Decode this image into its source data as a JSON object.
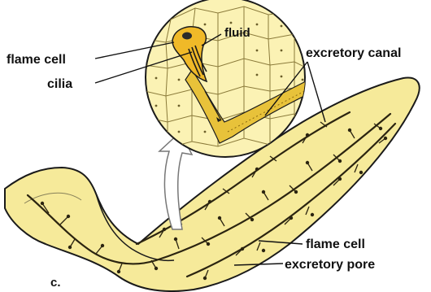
{
  "labels": {
    "fluid": "fluid",
    "flame_cell_top": "flame cell",
    "cilia": "cilia",
    "excretory_canal": "excretory canal",
    "flame_cell_bottom": "flame cell",
    "excretory_pore": "excretory pore",
    "panel": "c."
  },
  "colors": {
    "body_fill": "#f6ea9a",
    "canal_fill": "#e8c23a",
    "outline": "#1a1a1a",
    "cell_line": "#8a7a3a",
    "nucleus": "#2a2a2a"
  }
}
